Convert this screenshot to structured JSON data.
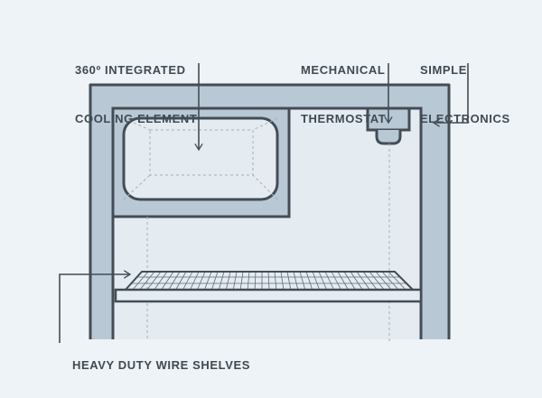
{
  "labels": {
    "cooling_element_line1": "360º INTEGRATED",
    "cooling_element_line2": "COOLING ELEMENT",
    "thermostat_line1": "MECHANICAL",
    "thermostat_line2": "THERMOSTAT",
    "electronics_line1": "SIMPLE",
    "electronics_line2": "ELECTRONICS",
    "shelves": "HEAVY DUTY WIRE SHELVES"
  },
  "icons": {
    "cooling_element": "cooling-element-icon",
    "thermostat": "thermostat-icon",
    "wire_shelf": "wire-shelf-icon"
  },
  "colors": {
    "background": "#edf3f6",
    "cabinet_fill": "#b8c8d4",
    "cabinet_interior": "#e4ebf1",
    "outline": "#434d56",
    "label_text": "#3f4a55",
    "dashed_guides": "#a6b0b8"
  }
}
